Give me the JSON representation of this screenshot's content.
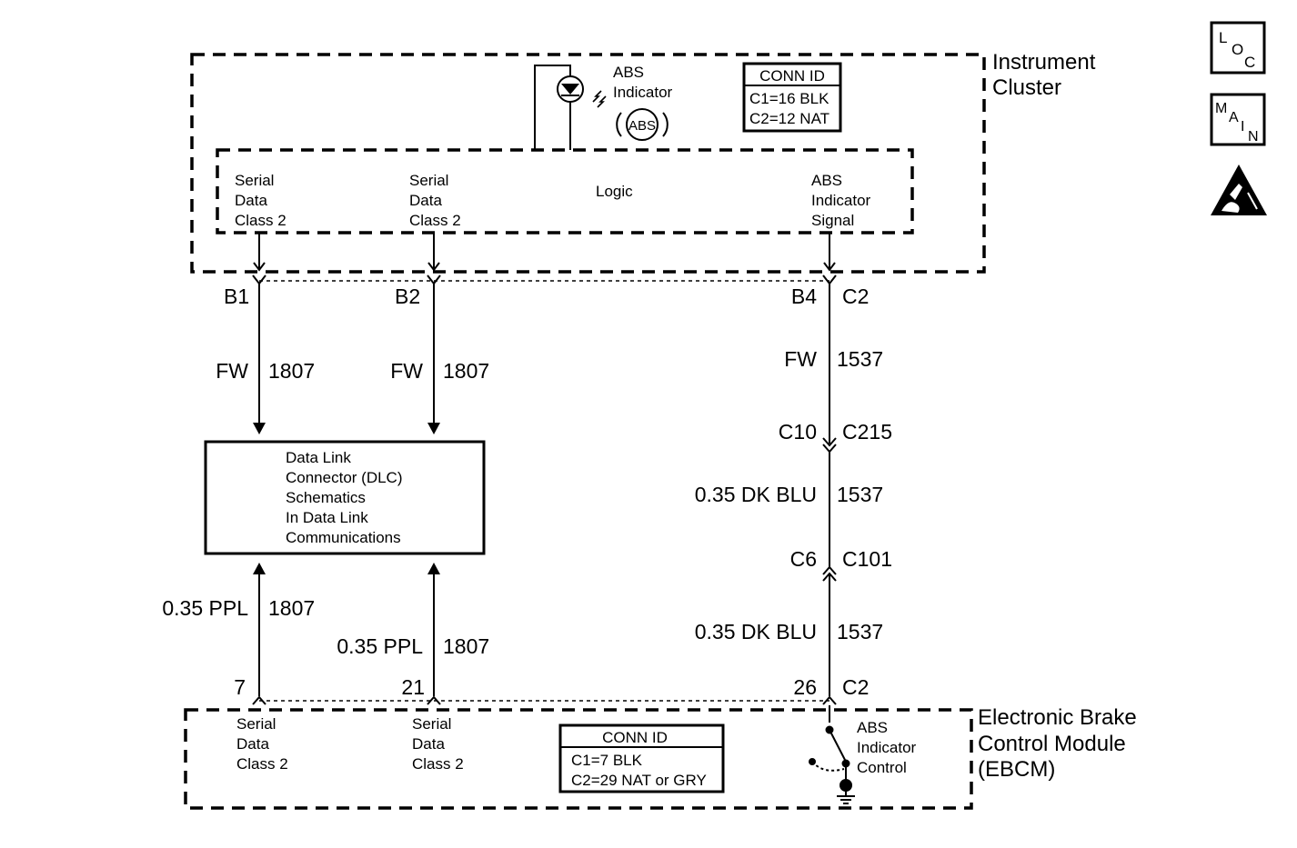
{
  "instrument_cluster": {
    "title_line1": "Instrument",
    "title_line2": "Cluster",
    "indicator_lines": [
      "ABS",
      "Indicator"
    ],
    "lamp_text": "ABS",
    "conn_id": {
      "header": "CONN ID",
      "lines": [
        "C1=16 BLK",
        "C2=12 NAT"
      ]
    },
    "logic_box": {
      "left_circuit_1": [
        "Serial",
        "Data",
        "Class 2"
      ],
      "left_circuit_2": [
        "Serial",
        "Data",
        "Class 2"
      ],
      "logic_label": "Logic",
      "right_circuit": [
        "ABS",
        "Indicator",
        "Signal"
      ]
    }
  },
  "wires": {
    "left": {
      "top_pin": "B1",
      "top_color": "FW",
      "top_circuit": "1807",
      "bottom_color": "0.35 PPL",
      "bottom_circuit": "1807",
      "bottom_pin": "7"
    },
    "middle": {
      "top_pin": "B2",
      "top_color": "FW",
      "top_circuit": "1807",
      "bottom_color": "0.35 PPL",
      "bottom_circuit": "1807",
      "bottom_pin": "21"
    },
    "right": {
      "top_pin": "B4",
      "top_conn": "C2",
      "seg1_color": "FW",
      "seg1_circuit": "1537",
      "splice1_pin": "C10",
      "splice1_conn": "C215",
      "seg2_color": "0.35 DK BLU",
      "seg2_circuit": "1537",
      "splice2_pin": "C6",
      "splice2_conn": "C101",
      "seg3_color": "0.35 DK BLU",
      "seg3_circuit": "1537",
      "bottom_pin": "26",
      "bottom_conn": "C2"
    }
  },
  "dlc_box": {
    "lines": [
      "Data Link",
      "Connector (DLC)",
      "Schematics",
      "In Data Link",
      "Communications"
    ]
  },
  "ebcm": {
    "title_lines": [
      "Electronic Brake",
      "Control Module",
      "(EBCM)"
    ],
    "circuit_1": [
      "Serial",
      "Data",
      "Class 2"
    ],
    "circuit_2": [
      "Serial",
      "Data",
      "Class 2"
    ],
    "conn_id": {
      "header": "CONN ID",
      "lines": [
        "C1=7 BLK",
        "C2=29 NAT or GRY"
      ]
    },
    "control_lines": [
      "ABS",
      "Indicator",
      "Control"
    ]
  },
  "side_icons": {
    "loc": [
      "L",
      "O",
      "C"
    ],
    "main": [
      "M",
      "A",
      "I",
      "N"
    ],
    "esd_icon": "esd-warning-icon"
  }
}
